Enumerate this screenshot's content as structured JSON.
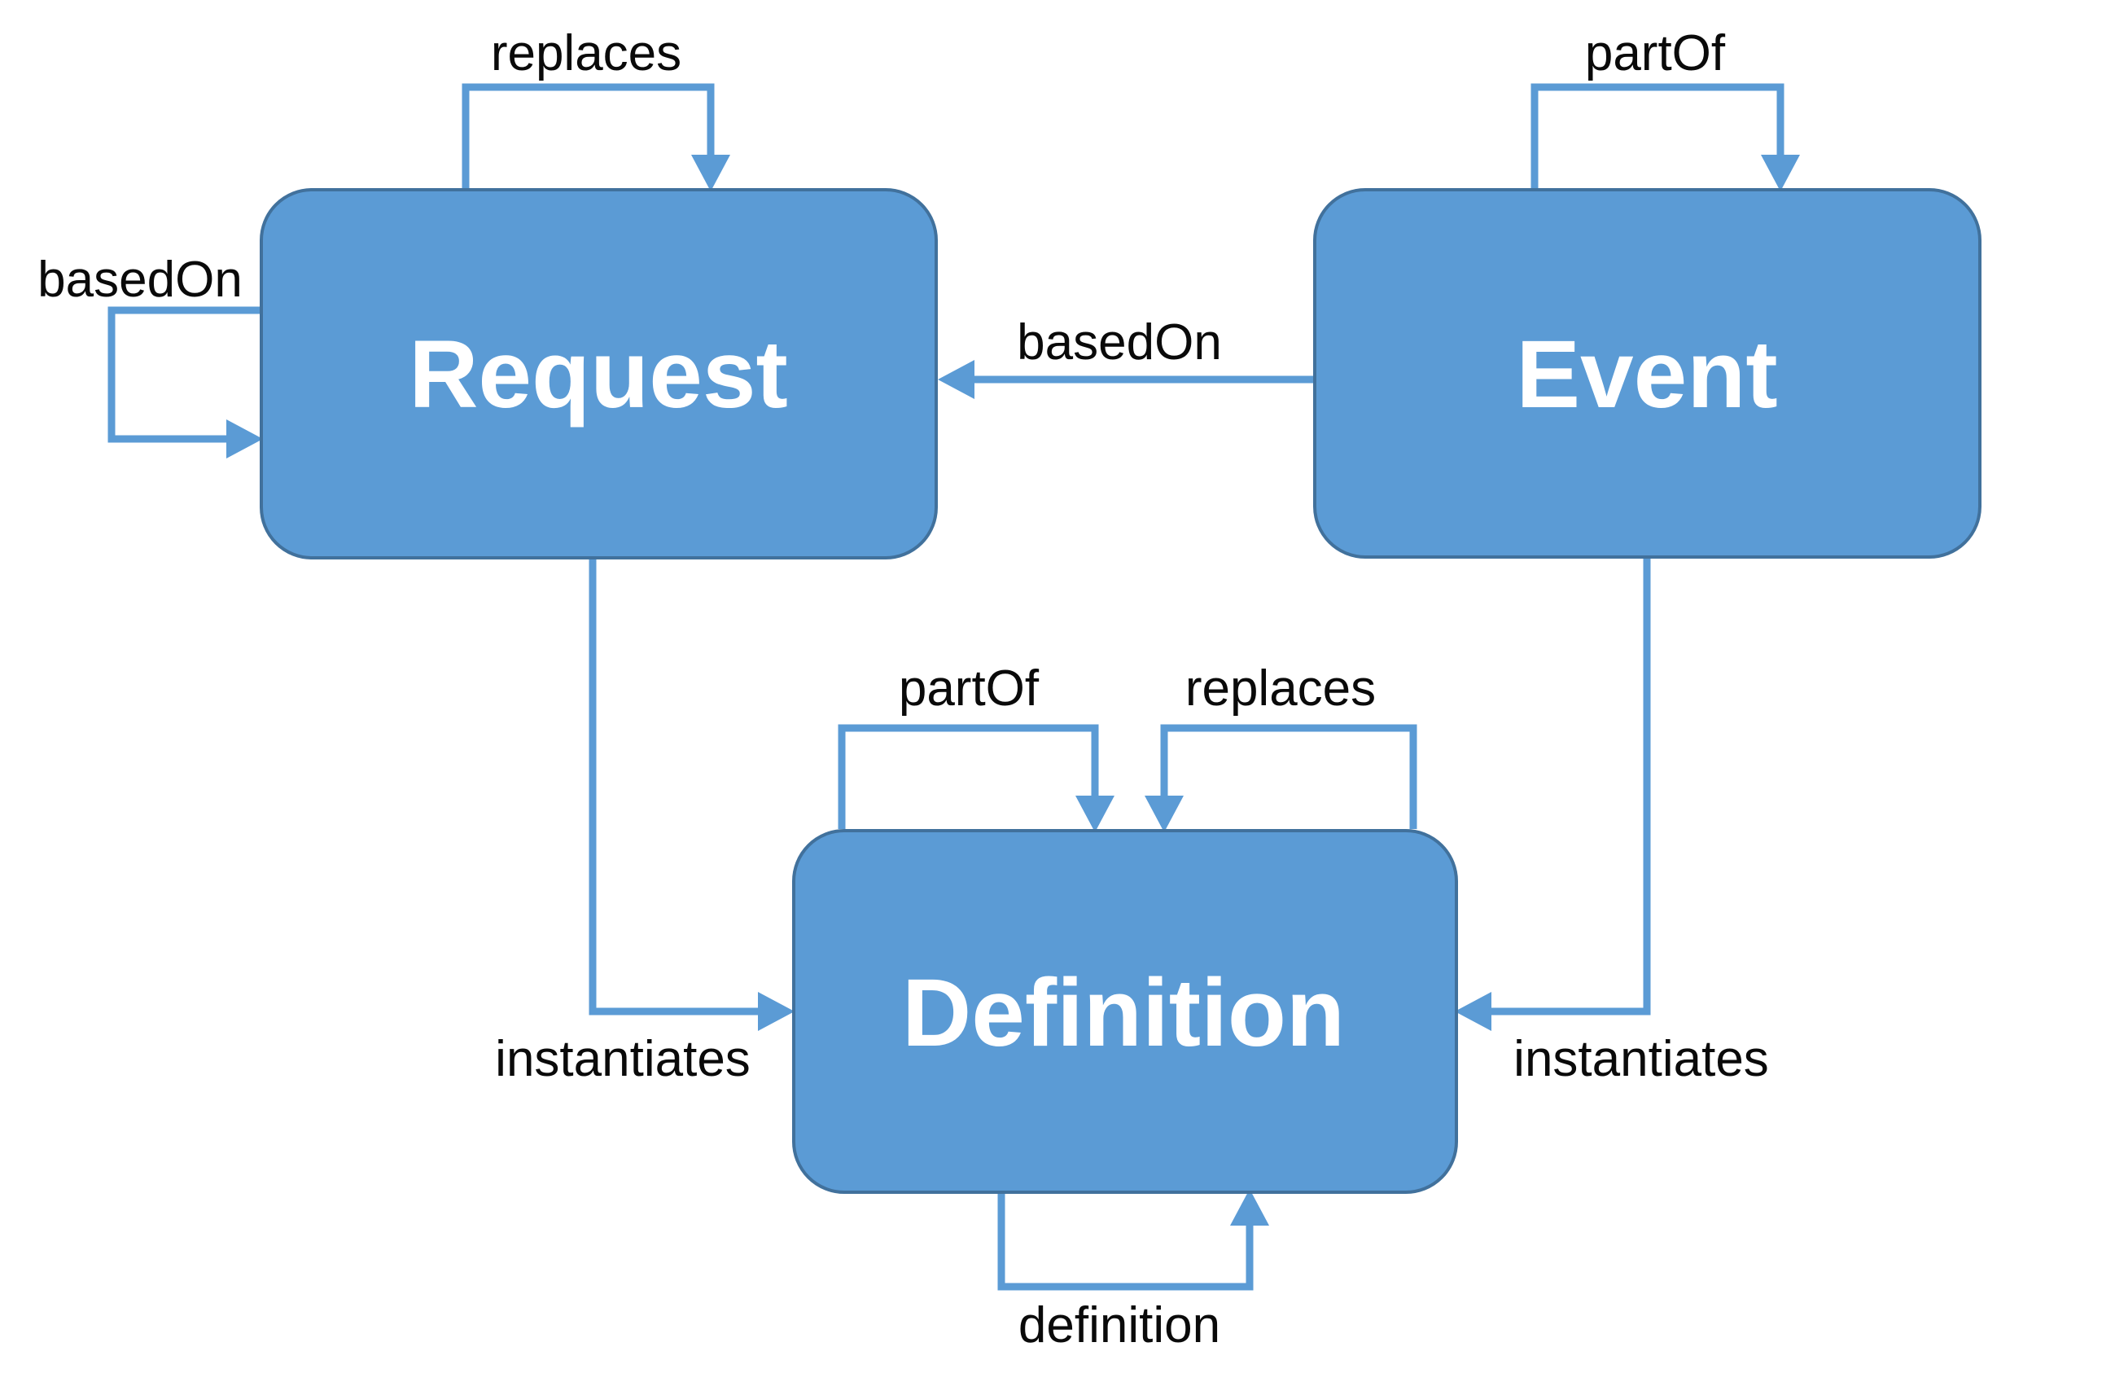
{
  "diagram": {
    "title": "ontology relation diagram",
    "colors": {
      "node_fill": "#5B9BD5",
      "node_border": "#41719C",
      "node_text": "#FFFFFF",
      "arrow": "#5B9BD5",
      "label_text": "#0A0A0A",
      "background": "#FFFFFF"
    },
    "nodes": [
      {
        "id": "request",
        "label": "Request"
      },
      {
        "id": "event",
        "label": "Event"
      },
      {
        "id": "definition",
        "label": "Definition"
      }
    ],
    "edges": [
      {
        "id": "request-replaces-self",
        "label": "replaces",
        "type": "self-loop",
        "from": "Request",
        "to": "Request",
        "side": "top"
      },
      {
        "id": "request-basedon-self",
        "label": "basedOn",
        "type": "self-loop",
        "from": "Request",
        "to": "Request",
        "side": "left"
      },
      {
        "id": "event-partof-self",
        "label": "partOf",
        "type": "self-loop",
        "from": "Event",
        "to": "Event",
        "side": "top"
      },
      {
        "id": "event-basedon-request",
        "label": "basedOn",
        "type": "arrow",
        "from": "Event",
        "to": "Request",
        "side": "horizontal"
      },
      {
        "id": "definition-partof-self",
        "label": "partOf",
        "type": "self-loop",
        "from": "Definition",
        "to": "Definition",
        "side": "top-left"
      },
      {
        "id": "definition-replaces-self",
        "label": "replaces",
        "type": "self-loop",
        "from": "Definition",
        "to": "Definition",
        "side": "top-right"
      },
      {
        "id": "request-instantiates-definition",
        "label": "instantiates",
        "type": "arrow",
        "from": "Request",
        "to": "Definition",
        "side": "left"
      },
      {
        "id": "event-instantiates-definition",
        "label": "instantiates",
        "type": "arrow",
        "from": "Event",
        "to": "Definition",
        "side": "right"
      },
      {
        "id": "definition-definition-self",
        "label": "definition",
        "type": "self-loop",
        "from": "Definition",
        "to": "Definition",
        "side": "bottom"
      }
    ]
  }
}
